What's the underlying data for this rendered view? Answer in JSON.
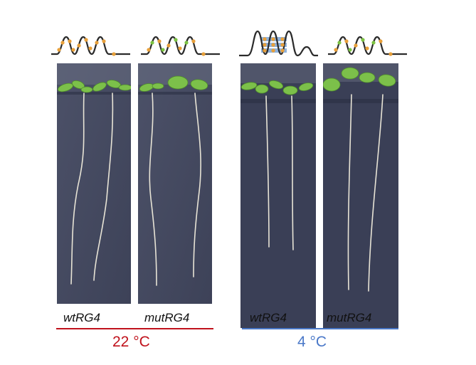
{
  "panels": [
    {
      "label": "wtRG4"
    },
    {
      "label": "mutRG4"
    },
    {
      "label": "wtRG4"
    },
    {
      "label": "mutRG4"
    }
  ],
  "groups": [
    {
      "temperature": "22 °C",
      "color": "#c0121c"
    },
    {
      "temperature": "4 °C",
      "color": "#4a78c8"
    }
  ],
  "icons": {
    "rna_unfolded": "rna-unfolded-icon",
    "rna_g_quadruplex": "rna-g-quadruplex-icon"
  },
  "colors": {
    "rna_line": "#2b2b2b",
    "guanine_dot": "#e8a03a",
    "mutant_dot": "#7cc242",
    "quadruplex_fill": "#8fb2dc"
  }
}
